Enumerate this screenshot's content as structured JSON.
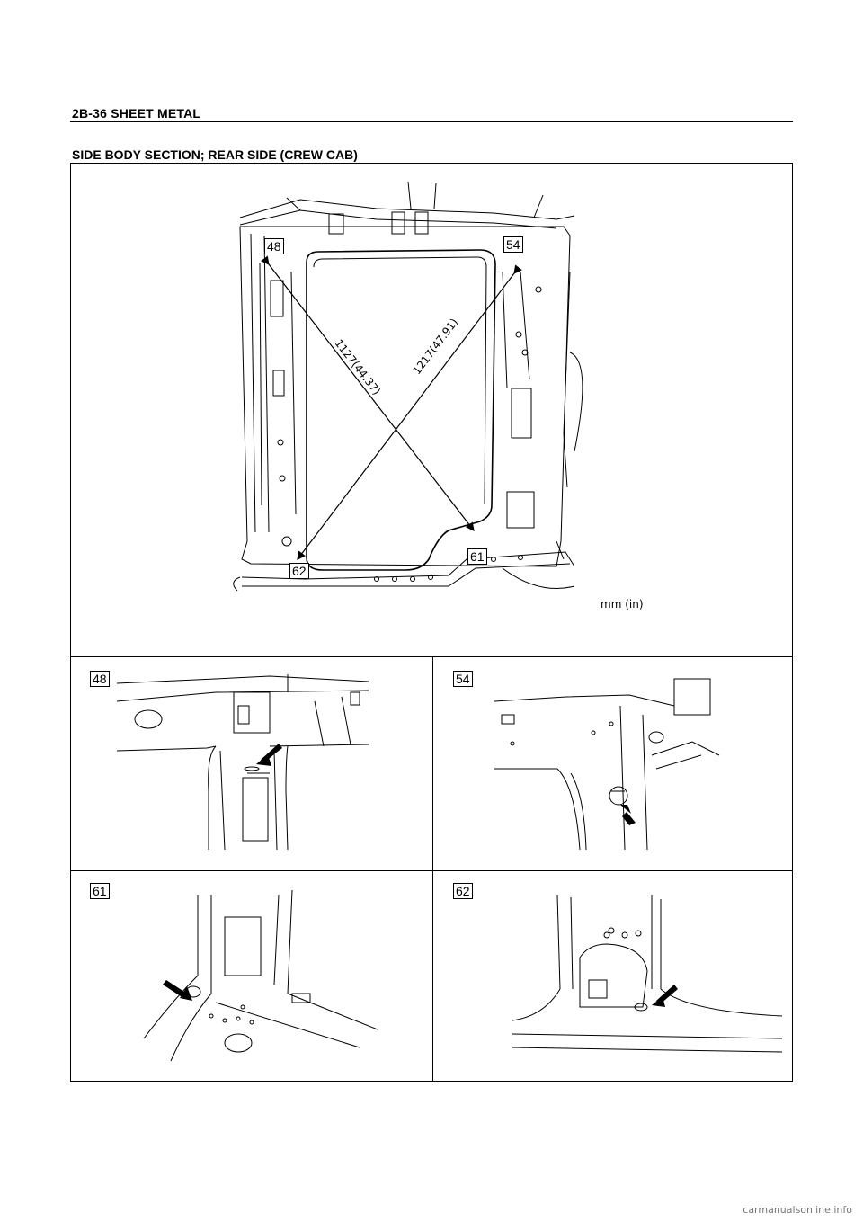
{
  "header": {
    "title": "2B-36  SHEET METAL"
  },
  "section": {
    "title": "SIDE BODY SECTION; REAR SIDE (CREW CAB)"
  },
  "diagram": {
    "callouts": [
      "48",
      "54",
      "61",
      "62"
    ],
    "dimensions": {
      "d1": "1127(44.37)",
      "d2": "1217(47.91)"
    },
    "unit": "mm (in)"
  },
  "details": {
    "d48": "48",
    "d54": "54",
    "d61": "61",
    "d62": "62"
  },
  "footer": {
    "watermark": "carmanualsonline.info"
  }
}
